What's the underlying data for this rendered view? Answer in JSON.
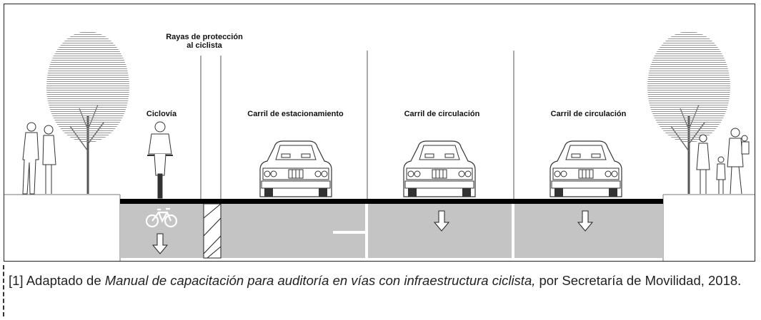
{
  "labels": {
    "protection": "Rayas de protección al ciclista",
    "protection_line1": "Rayas de protección",
    "protection_line2": "al ciclista",
    "bike_lane": "Ciclovía",
    "parking_lane": "Carril de estacionamiento",
    "traffic_lane_1": "Carril de circulación",
    "traffic_lane_2": "Carril de circulación"
  },
  "caption": {
    "prefix": "[1] Adaptado de ",
    "title": "Manual de capacitación para auditoría en vías con infraestructura ciclista,",
    "suffix": " por Secretaría de Movilidad, 2018."
  },
  "icons": [
    "tree-icon",
    "pedestrian-couple-icon",
    "cyclist-icon",
    "car-front-icon",
    "family-icon",
    "bicycle-symbol-icon",
    "down-arrow-icon"
  ],
  "colors": {
    "pavement": "#c4c4c4",
    "curb_line": "#000000",
    "sidewalk": "#d0d0d0"
  }
}
